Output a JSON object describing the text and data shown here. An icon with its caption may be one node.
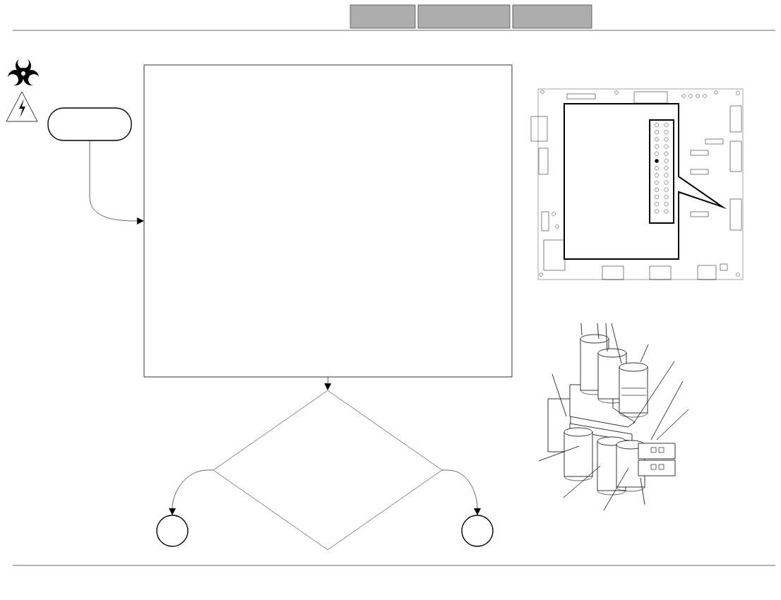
{
  "diagram": {
    "nodes": [
      {
        "text": [],
        "shape": "box"
      },
      {
        "text": [],
        "shape": "box"
      },
      {
        "text": [],
        "shape": "diamond"
      },
      {
        "text": [],
        "shape": "circle"
      },
      {
        "text": [],
        "shape": "circle"
      }
    ],
    "edges": [
      {
        "from": 0,
        "to": 1,
        "arrow": "to"
      },
      {
        "from": 1,
        "to": 2,
        "arrow": "to"
      },
      {
        "from": 2,
        "to": 3,
        "arrow": "to"
      },
      {
        "from": 2,
        "to": 4,
        "arrow": "to"
      }
    ]
  }
}
